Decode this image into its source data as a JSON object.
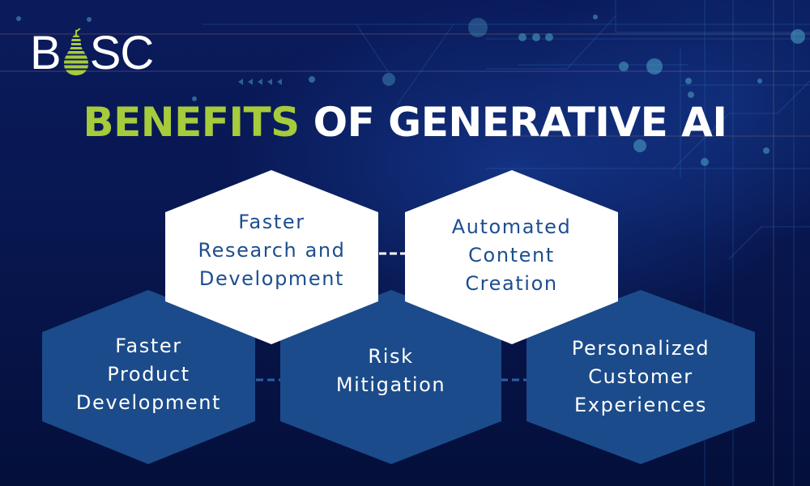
{
  "logo": {
    "text_before": "B",
    "icon": "pear-icon",
    "text_after": "SC"
  },
  "title": {
    "highlight": "BENEFITS",
    "rest": "OF GENERATIVE AI"
  },
  "colors": {
    "background": "#06113f",
    "accent_green": "#a6cb3b",
    "hex_white": "#ffffff",
    "hex_blue": "#1b4b8a",
    "text_dark_blue": "#1d4e8f"
  },
  "benefits": [
    {
      "lines": [
        "Faster",
        "Research and",
        "Development"
      ],
      "style": "white"
    },
    {
      "lines": [
        "Automated",
        "Content",
        "Creation"
      ],
      "style": "white"
    },
    {
      "lines": [
        "Faster",
        "Product",
        "Development"
      ],
      "style": "blue"
    },
    {
      "lines": [
        "Risk",
        "Mitigation"
      ],
      "style": "blue"
    },
    {
      "lines": [
        "Personalized",
        "Customer",
        "Experiences"
      ],
      "style": "blue"
    }
  ]
}
